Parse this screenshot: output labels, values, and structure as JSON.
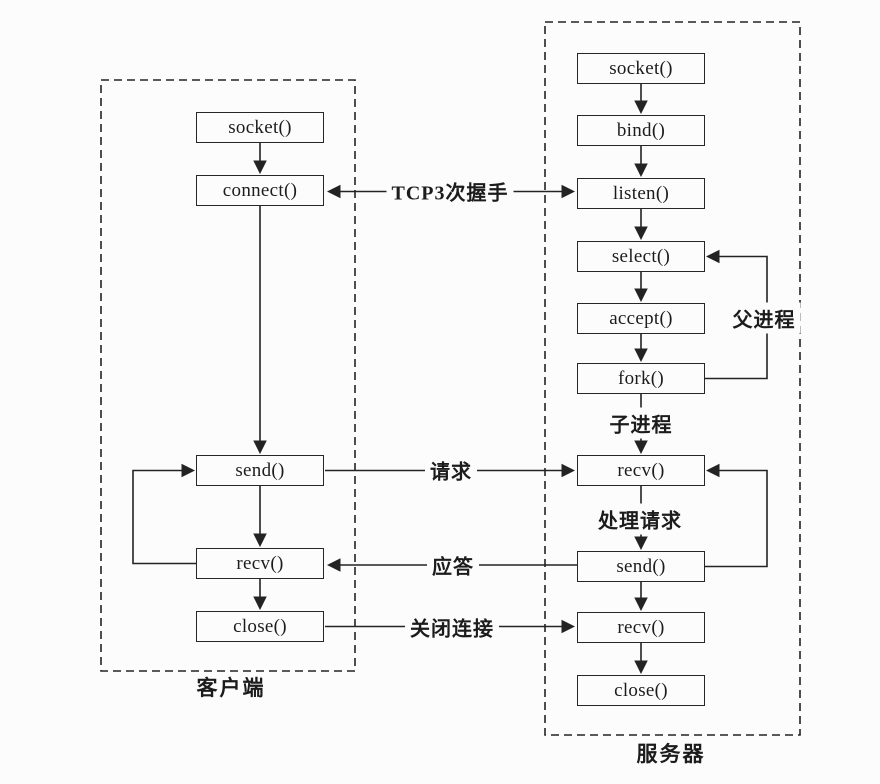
{
  "diagram": {
    "client": {
      "label": "客户端",
      "nodes": {
        "socket": "socket()",
        "connect": "connect()",
        "send": "send()",
        "recv": "recv()",
        "close": "close()"
      }
    },
    "server": {
      "label": "服务器",
      "nodes": {
        "socket": "socket()",
        "bind": "bind()",
        "listen": "listen()",
        "select": "select()",
        "accept": "accept()",
        "fork": "fork()",
        "recv1": "recv()",
        "send": "send()",
        "recv2": "recv()",
        "close": "close()"
      }
    },
    "edge_labels": {
      "handshake": "TCP3次握手",
      "request": "请求",
      "response": "应答",
      "close_connection": "关闭连接",
      "parent_process": "父进程",
      "child_process": "子进程",
      "handle_request": "处理请求"
    },
    "colors": {
      "line": "#232323",
      "background": "#fcfcfc"
    }
  }
}
